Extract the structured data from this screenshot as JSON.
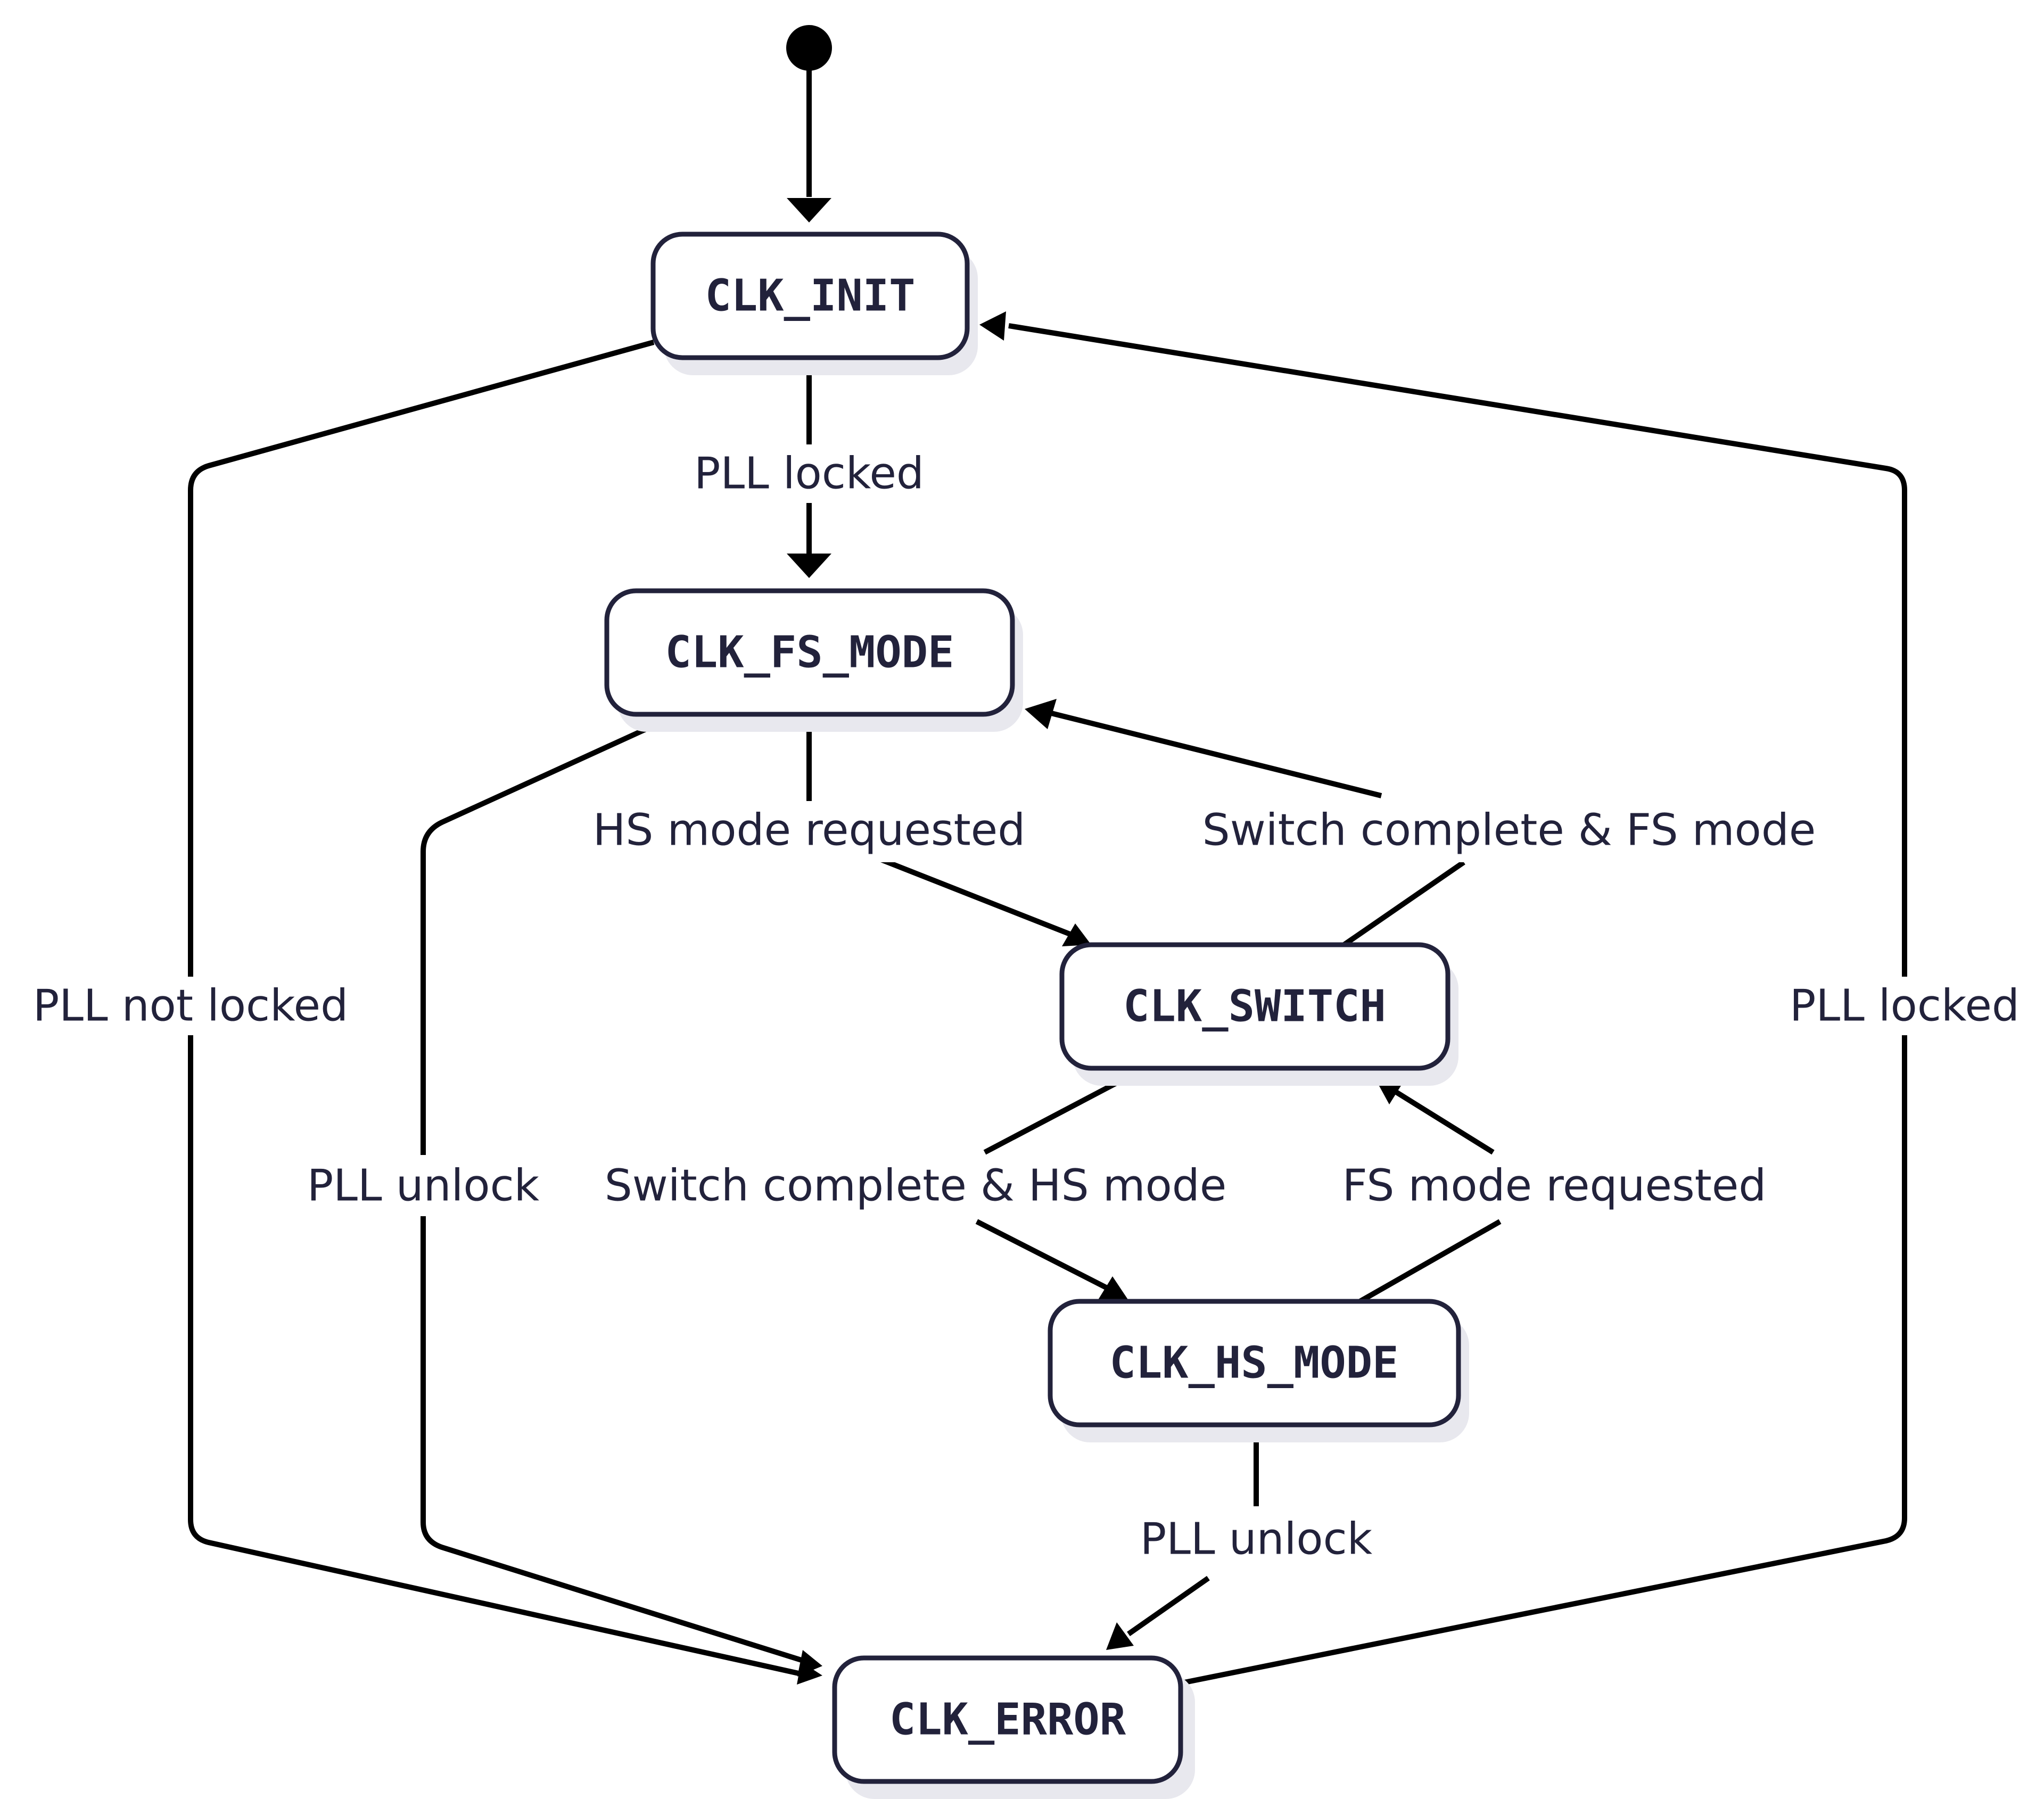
{
  "diagram": {
    "type": "state-machine",
    "colors": {
      "stroke": "#000000",
      "state_border": "#22223b",
      "state_text": "#22223b",
      "state_fill": "#ffffff",
      "shadow": "#e8e8ee"
    },
    "states": {
      "clk_init": "CLK_INIT",
      "clk_fs_mode": "CLK_FS_MODE",
      "clk_switch": "CLK_SWITCH",
      "clk_hs_mode": "CLK_HS_MODE",
      "clk_error": "CLK_ERROR"
    },
    "transitions": [
      {
        "from": "start",
        "to": "CLK_INIT",
        "label": ""
      },
      {
        "from": "CLK_INIT",
        "to": "CLK_FS_MODE",
        "label": "PLL locked"
      },
      {
        "from": "CLK_INIT",
        "to": "CLK_ERROR",
        "label": "PLL not locked"
      },
      {
        "from": "CLK_FS_MODE",
        "to": "CLK_SWITCH",
        "label": "HS mode requested"
      },
      {
        "from": "CLK_SWITCH",
        "to": "CLK_FS_MODE",
        "label": "Switch complete & FS mode"
      },
      {
        "from": "CLK_FS_MODE",
        "to": "CLK_ERROR",
        "label": "PLL unlock"
      },
      {
        "from": "CLK_SWITCH",
        "to": "CLK_HS_MODE",
        "label": "Switch complete & HS mode"
      },
      {
        "from": "CLK_HS_MODE",
        "to": "CLK_SWITCH",
        "label": "FS mode requested"
      },
      {
        "from": "CLK_HS_MODE",
        "to": "CLK_ERROR",
        "label": "PLL unlock"
      },
      {
        "from": "CLK_ERROR",
        "to": "CLK_INIT",
        "label": "PLL locked"
      }
    ]
  }
}
